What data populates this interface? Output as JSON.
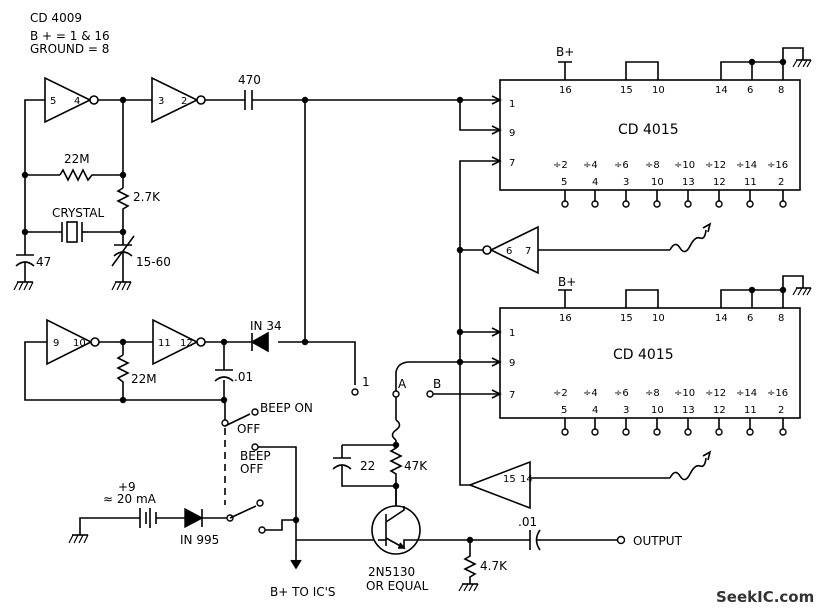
{
  "header": {
    "chip": "CD 4009",
    "supply": "B + = 1 & 16",
    "ground": "GROUND = 8"
  },
  "ic": {
    "upper_name": "CD 4015",
    "lower_name": "CD 4015",
    "pins_top": [
      "16",
      "15",
      "10",
      "14",
      "6",
      "8"
    ],
    "pins_left": [
      "1",
      "9",
      "7"
    ],
    "divisors": [
      "÷2",
      "÷4",
      "÷6",
      "÷8",
      "÷10",
      "÷12",
      "÷14",
      "÷16"
    ],
    "pins_bottom": [
      "5",
      "4",
      "3",
      "10",
      "13",
      "12",
      "11",
      "2"
    ]
  },
  "inverters": {
    "g1": [
      "5",
      "4"
    ],
    "g2": [
      "3",
      "2"
    ],
    "g3": [
      "9",
      "10"
    ],
    "g4": [
      "11",
      "12"
    ],
    "g5": [
      "6",
      "7"
    ],
    "g6": [
      "15",
      "14"
    ]
  },
  "components": {
    "c470": "470",
    "r22m_a": "22M",
    "r27k": "2.7K",
    "crystal": "CRYSTAL",
    "c47": "47",
    "ctrim": "15-60",
    "diode1": "IN 34",
    "r22m_b": "22M",
    "c01a": ".01",
    "c22": "22",
    "r47k": "47K",
    "transistor": "2N5130",
    "transistor_note": "OR EQUAL",
    "r4k7": "4.7K",
    "c01b": ".01",
    "diode2": "IN 995"
  },
  "labels": {
    "bplus": "B+",
    "bplus2": "B+",
    "beep_on": "BEEP ON",
    "off": "OFF",
    "beep_off1": "BEEP",
    "beep_off2": "OFF",
    "battery": "+9",
    "current": "≈ 20 mA",
    "output": "OUTPUT",
    "b_to_ics": "B+ TO IC'S",
    "jp1": "1",
    "ja": "A",
    "jb": "B"
  },
  "watermark": "SeekIC.com"
}
